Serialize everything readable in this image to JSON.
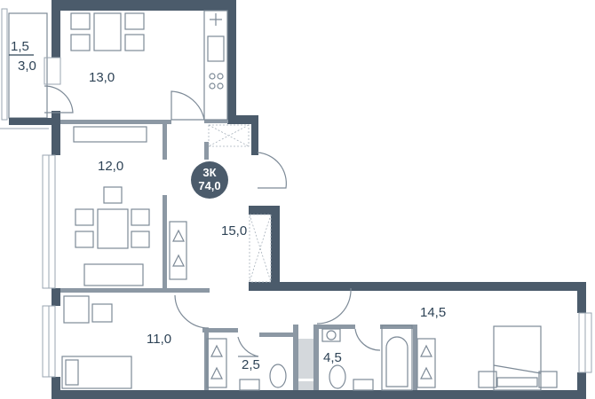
{
  "plan": {
    "badge": {
      "rooms": "3К",
      "total_area": "74,0"
    },
    "rooms": {
      "balcony_top": "1,5",
      "balcony_bottom": "3,0",
      "kitchen": "13,0",
      "living": "12,0",
      "hall": "15,0",
      "bedroom_small": "11,0",
      "wc": "2,5",
      "bathroom": "4,5",
      "bedroom_master": "14,5"
    },
    "colors": {
      "wall": "#4b5b6b",
      "text": "#2e4356",
      "badge": "#4b5b6b"
    }
  }
}
